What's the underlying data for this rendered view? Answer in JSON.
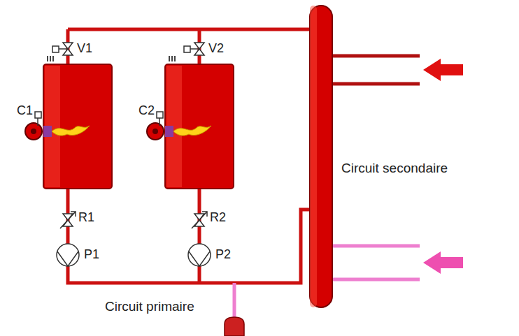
{
  "diagram": {
    "labels": [
      "V1",
      "V2",
      "C1",
      "C2",
      "R1",
      "R2",
      "P1",
      "P2",
      "Circuit secondaire",
      "Circuit primaire"
    ]
  }
}
